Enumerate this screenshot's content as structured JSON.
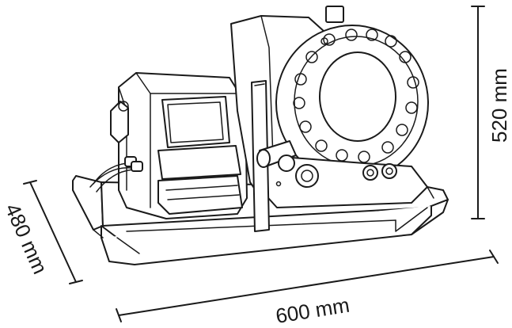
{
  "dimensions": {
    "height_label": "520 mm",
    "depth_label": "480 mm",
    "width_label": "600 mm"
  },
  "colors": {
    "line": "#1a1a1a",
    "background": "#ffffff"
  }
}
